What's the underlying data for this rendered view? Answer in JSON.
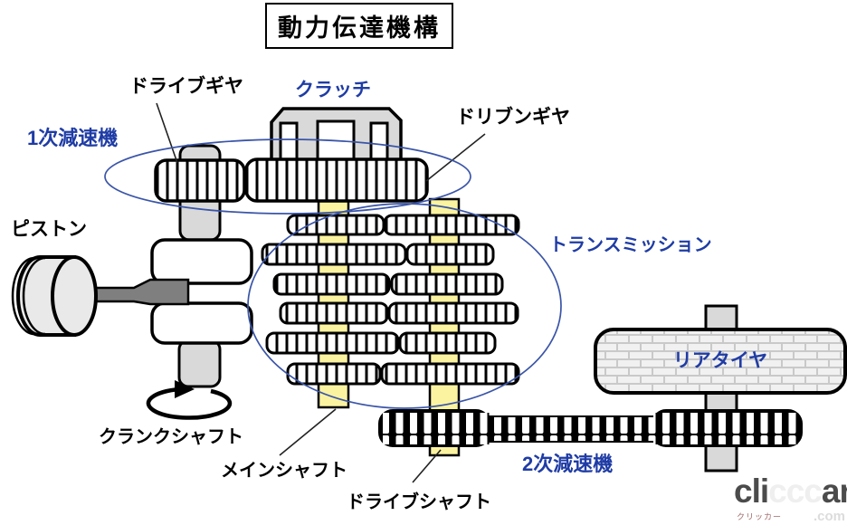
{
  "title": "動力伝達機構",
  "labels": {
    "drive_gear": "ドライブギヤ",
    "clutch": "クラッチ",
    "driven_gear": "ドリブンギヤ",
    "primary_reduction": "1次減速機",
    "piston": "ピストン",
    "transmission": "トランスミッション",
    "rear_tire": "リアタイヤ",
    "crankshaft": "クランクシャフト",
    "main_shaft": "メインシャフト",
    "drive_shaft": "ドライブシャフト",
    "secondary_reduction": "2次減速機"
  },
  "watermark": {
    "part1": "cli",
    "part2": "ccc",
    "part3": "ar",
    "suffix": ".com",
    "ruby": "クリッカー"
  },
  "colors": {
    "label_blue": "#1F3CA5",
    "ellipse_blue": "#3A55A8",
    "shaft_yellow": "#FBF3A0",
    "metal_gray": "#D9D9D9",
    "rod_gray": "#7F7F7F",
    "tire_gray": "#F1F1F1",
    "outline_black": "#000000"
  }
}
